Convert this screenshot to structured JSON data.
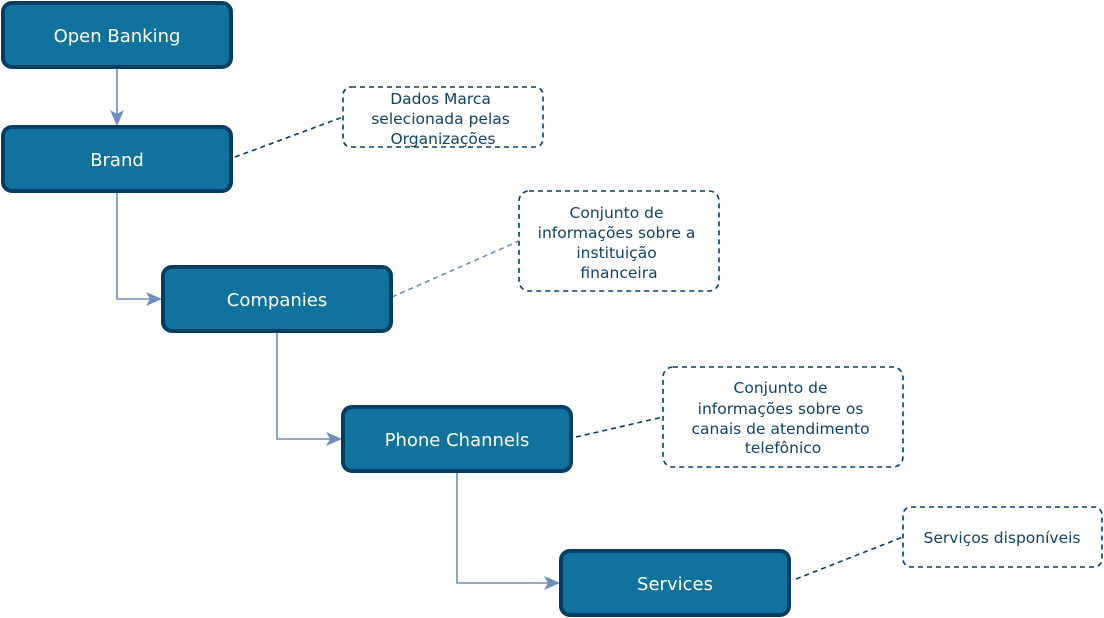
{
  "diagram": {
    "nodes": [
      {
        "id": "open-banking",
        "label": "Open Banking"
      },
      {
        "id": "brand",
        "label": "Brand"
      },
      {
        "id": "companies",
        "label": "Companies"
      },
      {
        "id": "phone-channels",
        "label": "Phone Channels"
      },
      {
        "id": "services",
        "label": "Services"
      }
    ],
    "notes": [
      {
        "id": "note-brand",
        "attached_to": "brand",
        "lines": [
          "Dados Marca",
          "selecionada pelas",
          "Organizações"
        ]
      },
      {
        "id": "note-companies",
        "attached_to": "companies",
        "lines": [
          "Conjunto de",
          "informações sobre a",
          "instituição",
          "financeira"
        ]
      },
      {
        "id": "note-phone-channels",
        "attached_to": "phone-channels",
        "lines": [
          "Conjunto de",
          "informações sobre os",
          "canais de atendimento",
          "telefônico"
        ]
      },
      {
        "id": "note-services",
        "attached_to": "services",
        "lines": [
          "Serviços disponíveis"
        ]
      }
    ],
    "edges": [
      {
        "from": "open-banking",
        "to": "brand"
      },
      {
        "from": "brand",
        "to": "companies"
      },
      {
        "from": "companies",
        "to": "phone-channels"
      },
      {
        "from": "phone-channels",
        "to": "services"
      }
    ],
    "colors": {
      "node_fill": "#10739e",
      "node_border": "#023e63",
      "edge": "#6c8ebf",
      "note_text": "#10426b"
    }
  }
}
